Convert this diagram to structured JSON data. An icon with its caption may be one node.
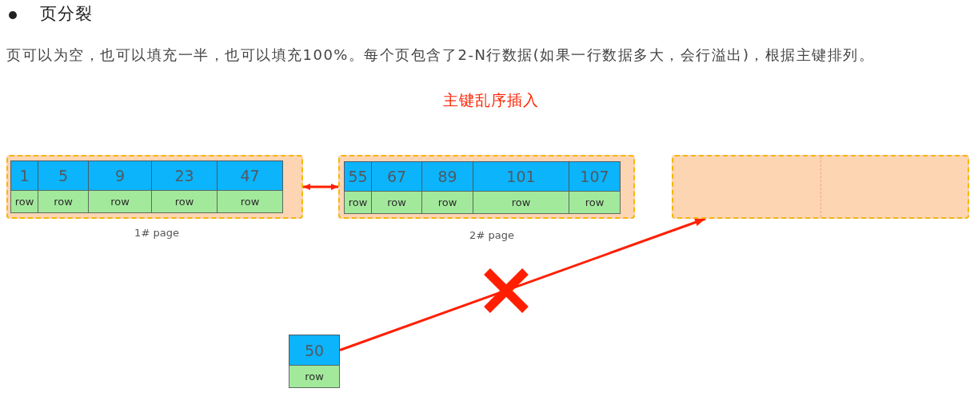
{
  "diagram": {
    "title": "页分裂",
    "nodes": [
      {
        "text": [],
        "shape": "box",
        "beside": [
          "1# page"
        ]
      },
      {
        "text": [
          "1"
        ],
        "in": 0
      },
      {
        "text": [
          "5"
        ],
        "in": 0
      },
      {
        "text": [
          "9"
        ],
        "in": 0
      },
      {
        "text": [
          "23"
        ],
        "in": 0
      },
      {
        "text": [
          "47"
        ],
        "in": 0
      },
      {
        "text": [
          "row"
        ],
        "in": 0
      },
      {
        "text": [
          "row"
        ],
        "in": 0
      },
      {
        "text": [
          "row"
        ],
        "in": 0
      },
      {
        "text": [
          "row"
        ],
        "in": 0
      },
      {
        "text": [
          "row"
        ],
        "in": 0
      },
      {
        "text": [],
        "shape": "box",
        "beside": [
          "2# page"
        ]
      },
      {
        "text": [
          "55"
        ],
        "in": 11
      },
      {
        "text": [
          "67"
        ],
        "in": 11
      },
      {
        "text": [
          "89"
        ],
        "in": 11
      },
      {
        "text": [
          "101"
        ],
        "in": 11
      },
      {
        "text": [
          "107"
        ],
        "in": 11
      },
      {
        "text": [
          "row"
        ],
        "in": 11
      },
      {
        "text": [
          "row"
        ],
        "in": 11
      },
      {
        "text": [
          "row"
        ],
        "in": 11
      },
      {
        "text": [
          "row"
        ],
        "in": 11
      },
      {
        "text": [
          "row"
        ],
        "in": 11
      },
      {
        "text": [],
        "shape": "box"
      },
      {
        "text": [
          "50"
        ]
      },
      {
        "text": [
          "row"
        ]
      }
    ],
    "edges": [
      {
        "from": 0,
        "to": 11,
        "arrow": "both",
        "color": "#ff1f00"
      },
      {
        "from": 23,
        "to": 22,
        "arrow": "to",
        "color": "#ff1f00"
      }
    ],
    "labels": [
      "页可以为空，也可以填充一半，也可以填充100%。每个页包含了2-N行数据(如果一行数据多大，会行溢出)，根据主键排列。",
      "主键乱序插入"
    ]
  }
}
